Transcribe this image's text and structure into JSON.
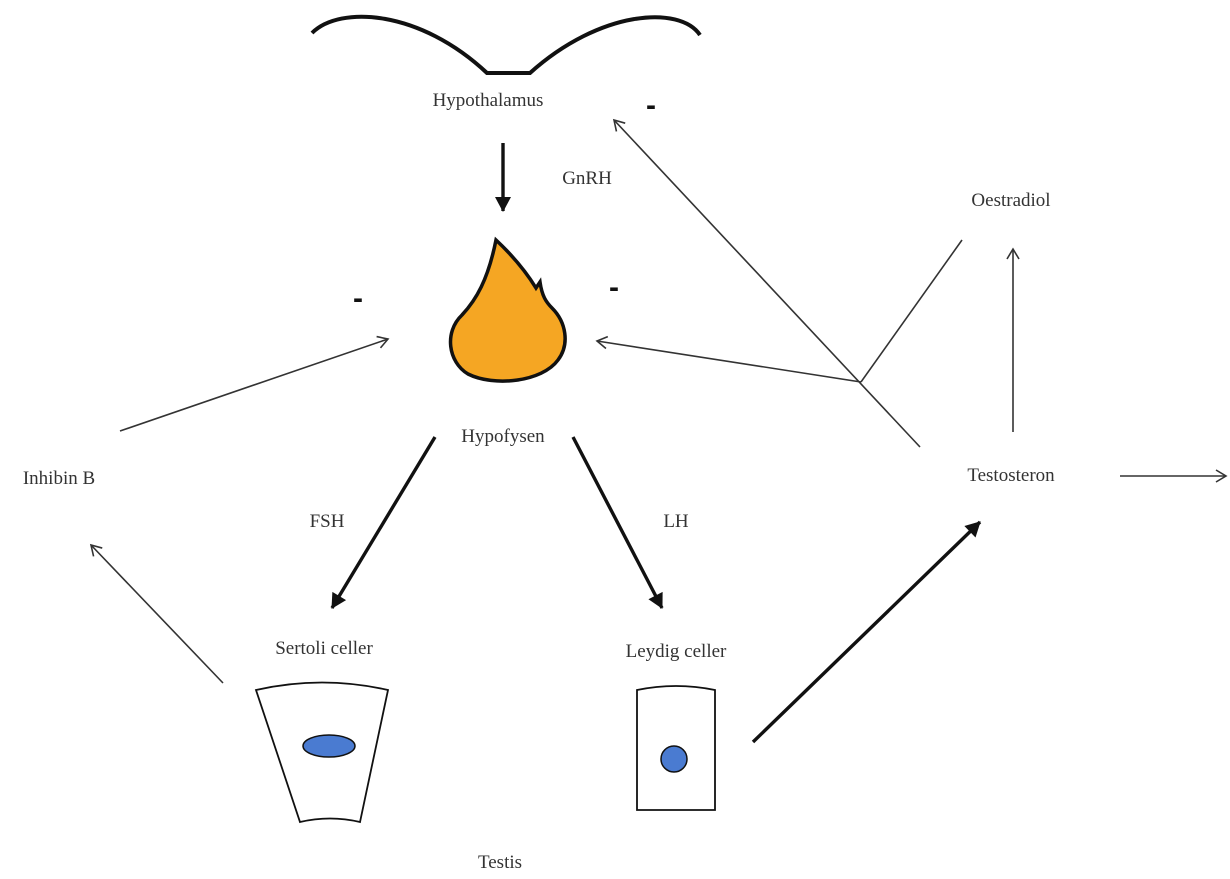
{
  "labels": {
    "hypothalamus": "Hypothalamus",
    "gnrh": "GnRH",
    "hypofysen": "Hypofysen",
    "oestradiol": "Oestradiol",
    "testosteron": "Testosteron",
    "inhibin_b": "Inhibin B",
    "fsh": "FSH",
    "lh": "LH",
    "sertoli": "Sertoli celler",
    "leydig": "Leydig celler",
    "testis": "Testis"
  },
  "feedback": {
    "minus_hypothalamus": "-",
    "minus_hypofysen_left": "-",
    "minus_hypofysen_right": "-"
  },
  "colors": {
    "pituitary_fill": "#F5A623",
    "nucleus_fill": "#4A7BD1",
    "line": "#333333",
    "text": "#333333"
  }
}
